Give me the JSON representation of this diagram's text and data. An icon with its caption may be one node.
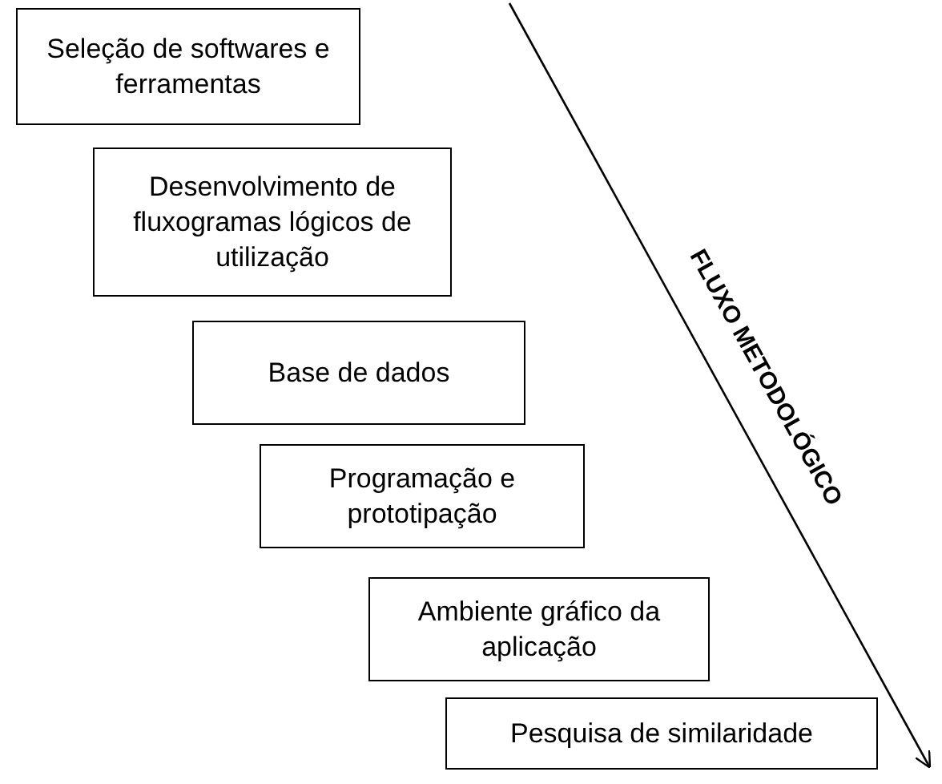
{
  "diagram": {
    "nodes": [
      {
        "text": [
          "Seleção de softwares e ferramentas"
        ]
      },
      {
        "text": [
          "Desenvolvimento de fluxogramas lógicos de utilização"
        ]
      },
      {
        "text": [
          "Base de dados"
        ]
      },
      {
        "text": [
          "Programação e prototipação"
        ]
      },
      {
        "text": [
          "Ambiente gráfico da aplicação"
        ]
      },
      {
        "text": [
          "Pesquisa de similaridade"
        ]
      }
    ],
    "labels": [
      "FLUXO METODOLÓGICO"
    ]
  }
}
